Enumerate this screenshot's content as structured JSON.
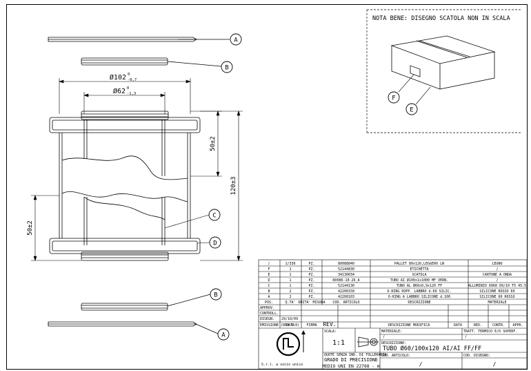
{
  "note": "NOTA BENE: DISEGNO SCATOLA NON IN SCALA",
  "callouts": {
    "A": "A",
    "B": "B",
    "C": "C",
    "D": "D",
    "E": "E",
    "F": "F"
  },
  "dimensions": {
    "outer_diameter": "Ø102",
    "outer_tol_upper": "0",
    "outer_tol_lower": "-0,7",
    "inner_diameter": "Ø62",
    "inner_tol_upper": "0",
    "inner_tol_lower": "-1,3",
    "half_length_top": "50±2",
    "total_length": "120±3",
    "half_length_left": "50±2"
  },
  "bom_headers": {
    "pos": "POS.",
    "qty": "Q.TA'",
    "unit": "UNITA' MISURA",
    "code": "COD. ARTICOLO",
    "desc": "DESCRIZIONE",
    "material": "MATERIALE"
  },
  "bom_rows": [
    {
      "pos": "/",
      "qty": "1/336",
      "unit": "PZ.",
      "code": "80088840",
      "desc": "PALLET 80x120,LEGGERO LN",
      "material": "LEGNO"
    },
    {
      "pos": "F",
      "qty": "1",
      "unit": "PZ.",
      "code": "52144830",
      "desc": "ETICHETTA",
      "material": "/"
    },
    {
      "pos": "E",
      "qty": "1",
      "unit": "PZ.",
      "code": "34130034",
      "desc": "SCATOLA",
      "material": "CARTONE A ONDA"
    },
    {
      "pos": "D",
      "qty": "1",
      "unit": "PZ.",
      "code": "R0086-10-26_A",
      "desc": "TUBO AI Ø100x1x1000 MF VERN.",
      "material": "/"
    },
    {
      "pos": "C",
      "qty": "1",
      "unit": "PZ.",
      "code": "52144130",
      "desc": "TUBO AL Ø60x0,9x120 FF",
      "material": "ALLUMINIO 6060 09/10 T5 45:5"
    },
    {
      "pos": "B",
      "qty": "2",
      "unit": "PZ.",
      "code": "42200150",
      "desc": "O-RING DOPP. LABBRO d.60 SILIC.",
      "material": "SILICONE ROSSO 60"
    },
    {
      "pos": "A",
      "qty": "2",
      "unit": "PZ.",
      "code": "42200103",
      "desc": "O-RING A LABBRO SILICONE d.100",
      "material": "SILICONE 60 ROSSO"
    }
  ],
  "approvals": {
    "approv": "APPROV.",
    "control": "CONTROLL.",
    "disegn": "DISEGN.",
    "disegn_date": "29/10/09",
    "emission": "EMISSIONE (REV.0.0)",
    "data": "DATA",
    "firma": "FIRMA"
  },
  "revision": {
    "rev": "REV.",
    "desc_mod": "DESCRIZIONE MODIFICA",
    "data": "DATA",
    "red": "RED.",
    "contr": "CONTR.",
    "appr": "APPR."
  },
  "titleblock": {
    "scala_label": "SCALA:",
    "scala_value": "1:1",
    "materiale_label": "MATERIALE:",
    "materiale_value": "/",
    "tratt_label": "TRATT. TERMICO E/O SUPERF.",
    "tratt_value": "/",
    "descrizione_label": "DESCRIZIONE:",
    "descrizione_value": "TUBO Ø60/100x120 AI/AI FF/FF",
    "cod_articolo_label": "COD. ARTICOLO:",
    "cod_articolo_value": "/",
    "cod_disegno_label": "COD. DISEGNO:",
    "cod_disegno_value": "/",
    "tolerance_note": "QUOTE SENZA IND. DI TOLLERANZA:",
    "grado": "GRADO DI PRECISIONE",
    "medio": "MEDIO UNI EN 22768 - m",
    "company": "S.r.l. a socio unico",
    "logo_text": "LN"
  }
}
